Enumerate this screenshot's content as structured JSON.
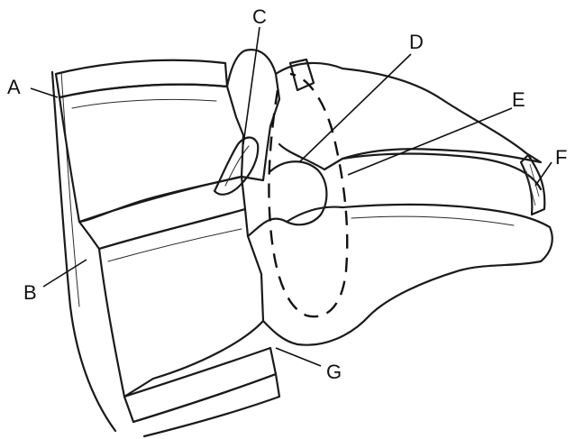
{
  "labels": {
    "a": "A",
    "b": "B",
    "c": "C",
    "d": "D",
    "e": "E",
    "f": "F",
    "g": "G"
  }
}
